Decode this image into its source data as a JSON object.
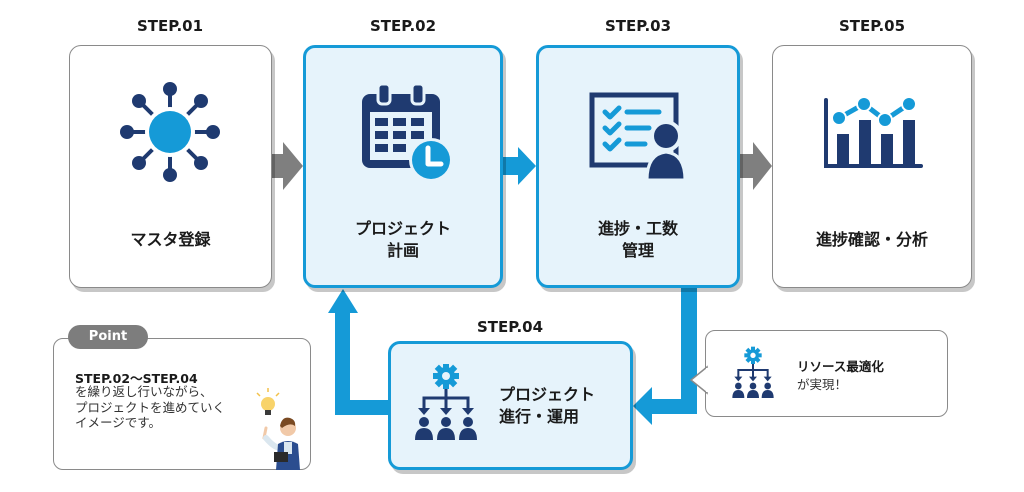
{
  "colors": {
    "accent": "#159ad7",
    "navy": "#1f3a70",
    "gray_arrow": "#7f7f7f",
    "active_fill": "#e6f3fb"
  },
  "steps": [
    {
      "label": "STEP.01",
      "title": "マスタ登録",
      "icon": "hub-network-icon",
      "state": "plain"
    },
    {
      "label": "STEP.02",
      "title": "プロジェクト\n計画",
      "icon": "calendar-clock-icon",
      "state": "active"
    },
    {
      "label": "STEP.03",
      "title": "進捗・工数\n管理",
      "icon": "checklist-person-icon",
      "state": "active"
    },
    {
      "label": "STEP.05",
      "title": "進捗確認・分析",
      "icon": "bar-line-chart-icon",
      "state": "plain"
    },
    {
      "label": "STEP.04",
      "title": "プロジェクト\n進行・運用",
      "icon": "gear-team-hierarchy-icon",
      "state": "active"
    }
  ],
  "point": {
    "tag": "Point",
    "heading": "STEP.02〜STEP.04",
    "body": "を繰り返し行いながら、\nプロジェクトを進めていく\nイメージです。"
  },
  "callout": {
    "strong": "リソース最適化",
    "sub": "が実現！"
  }
}
